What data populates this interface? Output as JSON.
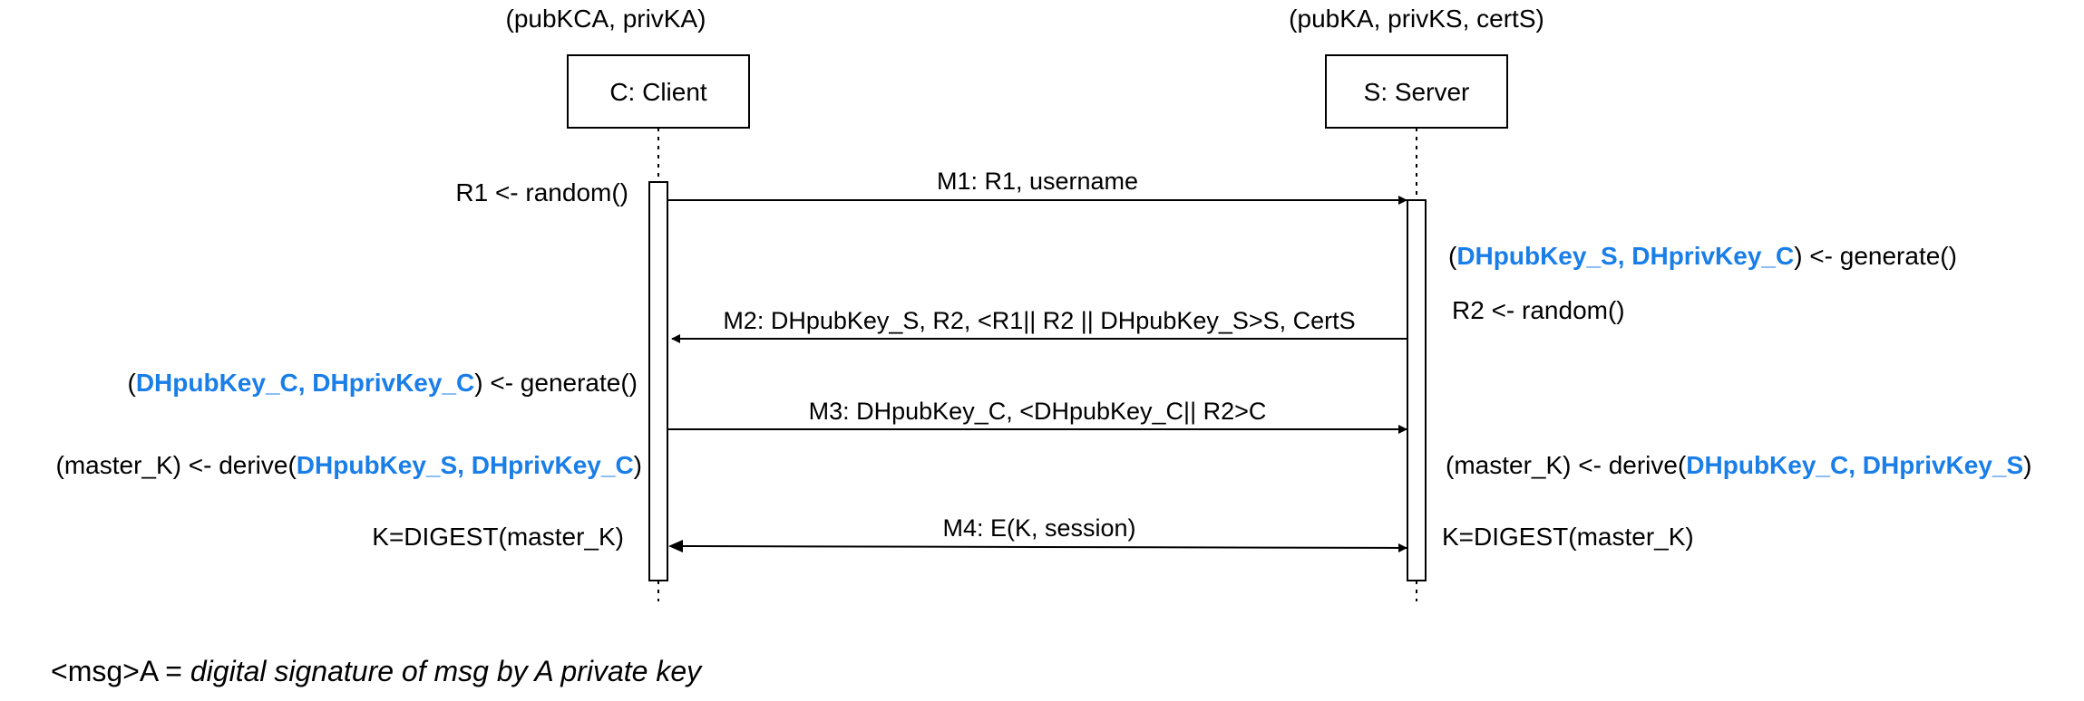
{
  "colors": {
    "highlight": "#1a7ee8",
    "text": "#000000",
    "line": "#000000",
    "background": "#ffffff"
  },
  "client": {
    "keys": "(pubKCA, privKA)",
    "box_label": "C: Client"
  },
  "server": {
    "keys": "(pubKA, privKS, certS)",
    "box_label": "S: Server"
  },
  "client_steps": {
    "r1": "R1 <- random()",
    "generate_open": "(",
    "generate_keys": "DHpubKey_C, DHprivKey_C",
    "generate_close": ") <- generate()",
    "derive_prefix": "(master_K) <- derive(",
    "derive_keys": "DHpubKey_S, DHprivKey_C",
    "derive_close": ")",
    "digest": "K=DIGEST(master_K)"
  },
  "server_steps": {
    "generate_open": "(",
    "generate_keys": "DHpubKey_S, DHprivKey_C",
    "generate_close": ") <- generate()",
    "r2": "R2 <- random()",
    "derive_prefix": "(master_K) <- derive(",
    "derive_keys": "DHpubKey_C, DHprivKey_S",
    "derive_close": ")",
    "digest": "K=DIGEST(master_K)"
  },
  "messages": {
    "m1": "M1: R1, username",
    "m2": "M2: DHpubKey_S, R2, <R1|| R2 || DHpubKey_S>S, CertS",
    "m3": "M3: DHpubKey_C, <DHpubKey_C|| R2>C",
    "m4": "M4: E(K, session)"
  },
  "legend": {
    "prefix": "<msg>A = ",
    "text": "digital signature of msg by A private key"
  }
}
